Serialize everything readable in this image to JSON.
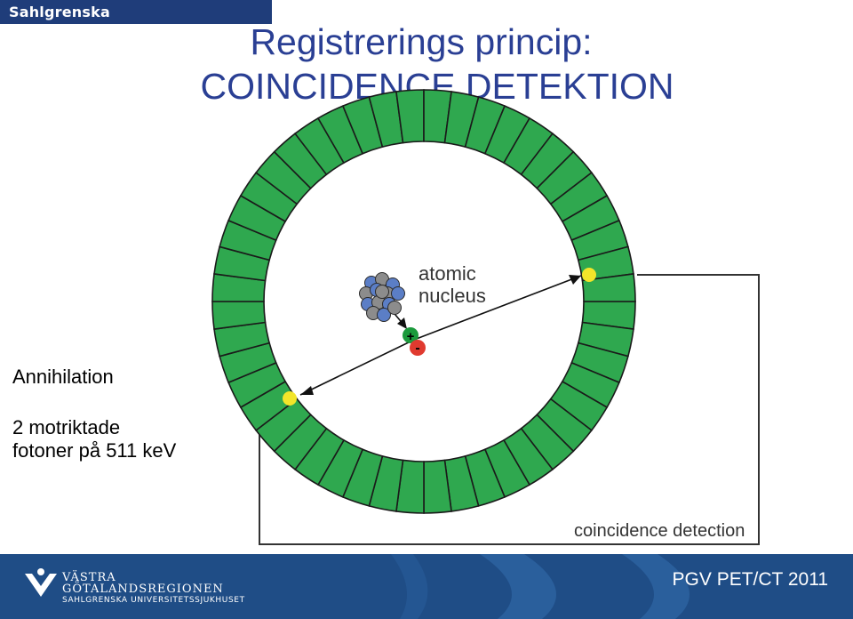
{
  "header": {
    "org_name": "Sahlgrenska Universitetssjukhuset"
  },
  "title": {
    "line1": "Registrerings princip:",
    "line2": "COINCIDENCE DETEKTION"
  },
  "side_text": {
    "line1": "Annihilation",
    "line2": "2 motriktade",
    "line3": "fotoner på 511 keV"
  },
  "diagram": {
    "detector_segments": 48,
    "nucleus_label_1": "atomic",
    "nucleus_label_2": "nucleus",
    "positron_symbol": "+",
    "electron_symbol": "-",
    "circuit_label": "coincidence detection",
    "colors": {
      "detector_green": "#2fa84f",
      "detector_line": "#1a1a1a",
      "photon_yellow": "#f2e52a",
      "positron_green": "#1b9a3c",
      "electron_red": "#e03a2f",
      "proton_blue": "#5b7ec6",
      "neutron_gray": "#8c8c8c"
    }
  },
  "footer": {
    "brand_line1": "VÄSTRA",
    "brand_line2": "GÖTALANDSREGIONEN",
    "brand_line3": "SAHLGRENSKA UNIVERSITETSSJUKHUSET",
    "course": "PGV PET/CT 2011",
    "colors": {
      "bg": "#1f4d86",
      "text": "#ffffff"
    }
  }
}
